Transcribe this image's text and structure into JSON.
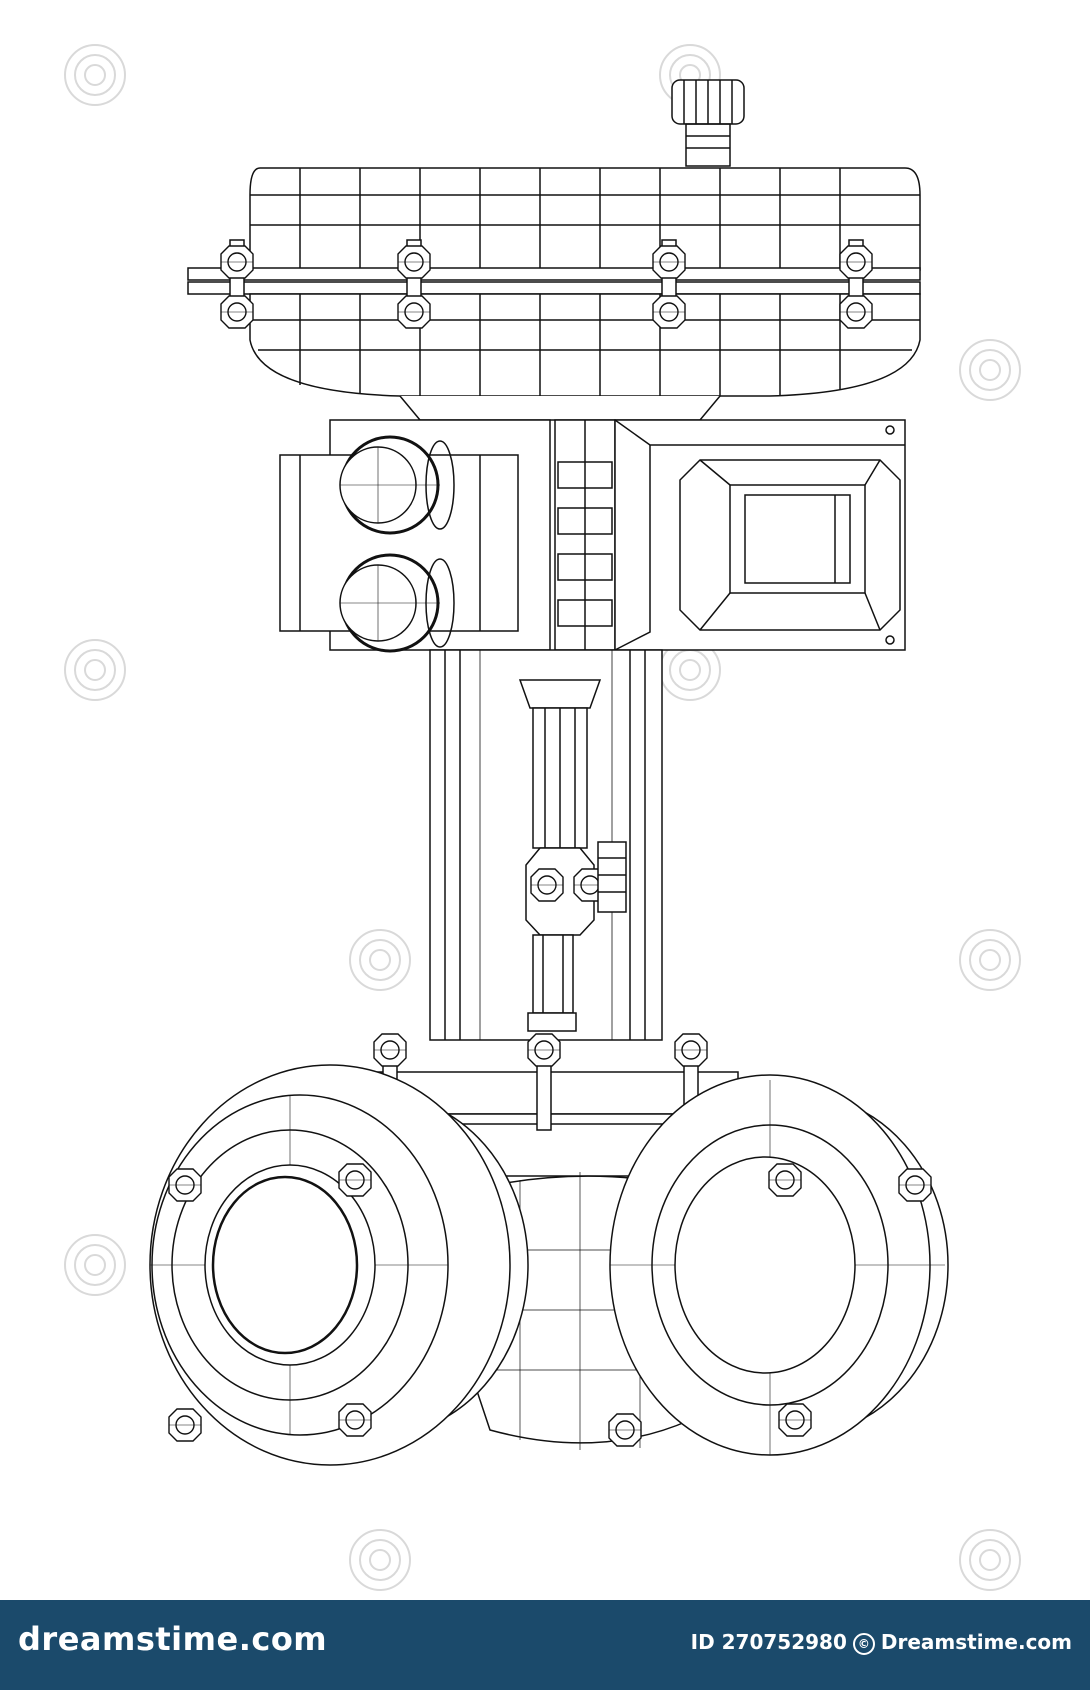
{
  "figure": {
    "subject": "valve-assembly-wireframe",
    "line_color": "#111111",
    "background_color": "#ffffff",
    "watermark_color": "#d9d9d9"
  },
  "footer": {
    "brand": "dreamstime.com",
    "image_id_label": "ID 270752980",
    "copyright_symbol": "©",
    "site_name": "Dreamstime.com",
    "background_color": "#1b4a6b"
  }
}
